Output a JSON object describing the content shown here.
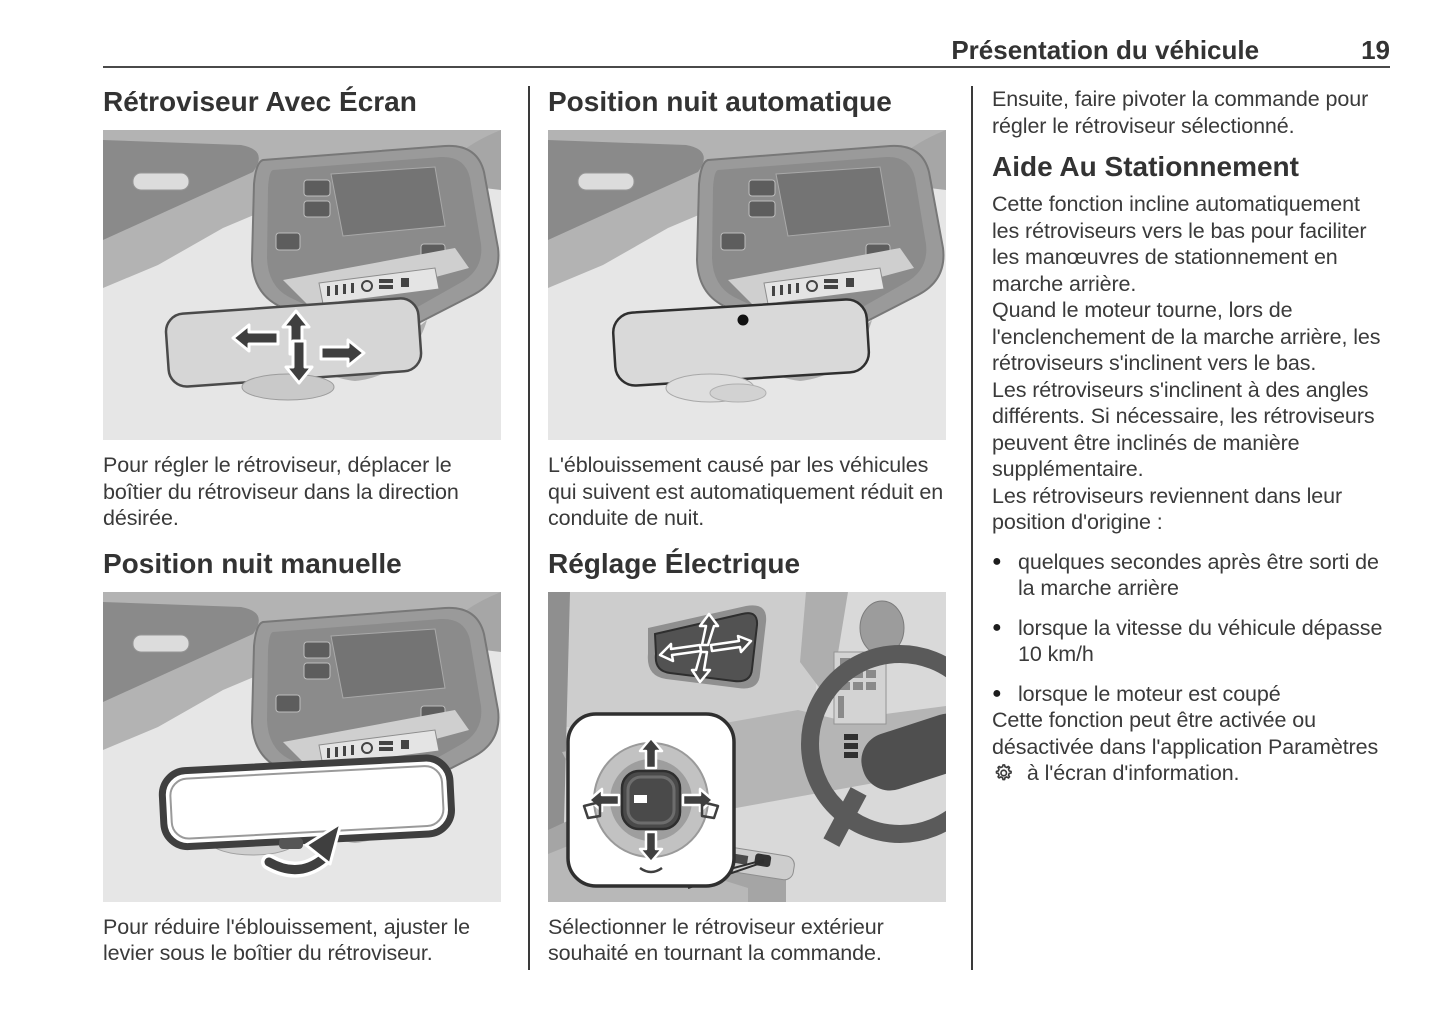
{
  "page": {
    "title": "Présentation du véhicule",
    "page_number": "19"
  },
  "col1": {
    "heading_screen": "Rétroviseur Avec Écran",
    "caption_screen": "Pour régler le rétroviseur, déplacer le boîtier du rétroviseur dans la direction désirée.",
    "heading_manual_night": "Position nuit manuelle",
    "caption_manual_night": "Pour réduire l'éblouissement, ajuster le levier sous le boîtier du rétroviseur."
  },
  "col2": {
    "heading_auto_night": "Position nuit automatique",
    "caption_auto_night": "L'éblouissement causé par les véhicules qui suivent est automatiquement réduit en conduite de nuit.",
    "heading_electric": "Réglage Électrique",
    "caption_electric": "Sélectionner le rétroviseur extérieur souhaité en tournant la commande."
  },
  "col3": {
    "intro": "Ensuite, faire pivoter la commande pour régler le rétroviseur sélectionné.",
    "heading_parking": "Aide Au Stationnement",
    "para1": "Cette fonction incline automatiquement les rétroviseurs vers le bas pour faciliter les manœuvres de stationnement en marche arrière.",
    "para2": "Quand le moteur tourne, lors de l'enclenchement de la marche arrière, les rétroviseurs s'inclinent vers le bas.",
    "para3": "Les rétroviseurs s'inclinent à des angles différents. Si nécessaire, les rétroviseurs peuvent être inclinés de manière supplémentaire.",
    "para4": "Les rétroviseurs reviennent dans leur position d'origine :",
    "bullets": [
      "quelques secondes après être sorti de la marche arrière",
      "lorsque la vitesse du véhicule dépasse 10 km/h",
      "lorsque le moteur est coupé"
    ],
    "settings_before": "Cette fonction peut être activée ou désactivée dans l'application Paramètres",
    "settings_after": "à l'écran d'information.",
    "settings_icon": "gear-icon"
  },
  "illustrations": {
    "img1": "interior-mirror-adjust-four-arrows",
    "img2": "interior-mirror-manual-night-lever",
    "img3": "interior-mirror-auto-night-sensor",
    "img4": "exterior-mirror-electric-control"
  },
  "colors": {
    "text": "#3a3a3a",
    "rule": "#4a4a4a",
    "figure_bg": "#e7e7e7"
  }
}
